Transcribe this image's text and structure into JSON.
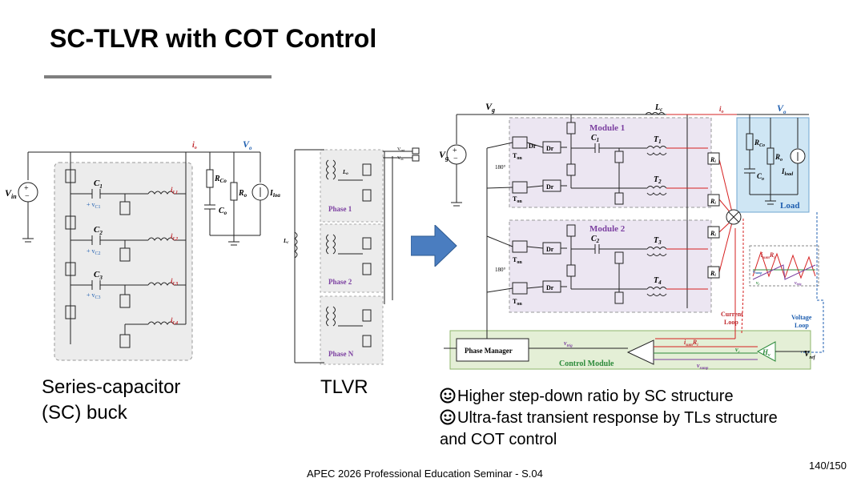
{
  "slide": {
    "title": "SC-TLVR with COT Control",
    "captions": {
      "sc_buck_line1": "Series-capacitor",
      "sc_buck_line2": "(SC) buck",
      "tlvr": "TLVR"
    },
    "bullets": [
      "Higher step-down ratio by SC structure",
      "Ultra-fast transient response by TLs structure",
      "and COT control"
    ],
    "footer": "APEC 2026 Professional Education Seminar  -  S.04",
    "page_number": "140/150"
  },
  "diagram_sc": {
    "vin": "V",
    "vin_sub": "in",
    "c1": "C",
    "c1_sub": "1",
    "c2": "C",
    "c2_sub": "2",
    "c3": "C",
    "c3_sub": "3",
    "vc1": "+ v",
    "vc1_sub": "C1",
    "vc2": "+ v",
    "vc2_sub": "C2",
    "vc3": "+ v",
    "vc3_sub": "C3",
    "il1": "i",
    "il1_sub": "L1",
    "il2": "i",
    "il2_sub": "L2",
    "il3": "i",
    "il3_sub": "L3",
    "il4": "i",
    "il4_sub": "L4",
    "io": "i",
    "io_sub": "o",
    "vo": "V",
    "vo_sub": "o",
    "rco": "R",
    "rco_sub": "Co",
    "co": "C",
    "co_sub": "o",
    "ro": "R",
    "ro_sub": "o",
    "iload": "I",
    "iload_sub": "load"
  },
  "diagram_tlvr": {
    "phase1": "Phase 1",
    "phase2": "Phase 2",
    "phaseN": "Phase N",
    "lc": "L",
    "lc_sub": "c",
    "lo": "L",
    "lo_sub": "o",
    "vout": "V",
    "vout_sub": "out",
    "vin": "V",
    "vin_sub": "in"
  },
  "diagram_sctlvr": {
    "vg": "V",
    "vg_sub": "g",
    "vg_top": "V",
    "module1": "Module 1",
    "module2": "Module 2",
    "c1": "C",
    "c1_sub": "1",
    "c2": "C",
    "c2_sub": "2",
    "t1": "T",
    "t1_sub": "1",
    "t2": "T",
    "t2_sub": "2",
    "t3": "T",
    "t3_sub": "3",
    "t4": "T",
    "t4_sub": "4",
    "lc": "L",
    "lc_sub": "c",
    "io": "i",
    "io_sub": "o",
    "vo": "V",
    "vo_sub": "o",
    "rco": "R",
    "rco_sub": "Co",
    "co": "C",
    "co_sub": "o",
    "ro": "R",
    "ro_sub": "o",
    "iload": "I",
    "iload_sub": "load",
    "load": "Load",
    "ri": "R",
    "ri_sub": "i",
    "dr": "Dr",
    "ton": "T",
    "ton_sub": "on",
    "deg180": "180°",
    "isum_ri": "i",
    "isum_ri_sub": "sum",
    "isum_ri_tail": "R",
    "isum_ri_tail_sub": "i",
    "vramp": "v",
    "vramp_sub": "ramp",
    "vc": "v",
    "vc_sub": "c",
    "vtrig": "v",
    "vtrig_sub": "trig",
    "current_loop_1": "Current",
    "current_loop_2": "Loop",
    "voltage_loop_1": "Voltage",
    "voltage_loop_2": "Loop",
    "phase_manager": "Phase Manager",
    "control_module": "Control Module",
    "hv": "H",
    "hv_sub": "v",
    "vref": "V",
    "vref_sub": "ref"
  },
  "colors": {
    "title_rule": "#7f7f7f",
    "module_bg": "#ece6f2",
    "control_bg": "#e4efd6",
    "load_bg": "#cfe6f4",
    "sc_bg": "#ececec",
    "arrow_fill": "#4a7dc0",
    "red_trace": "#d62020",
    "label_red": "#c0282d",
    "label_blue": "#1f5fb0",
    "label_purple": "#7b3fa0",
    "label_green": "#2c8a3a"
  }
}
